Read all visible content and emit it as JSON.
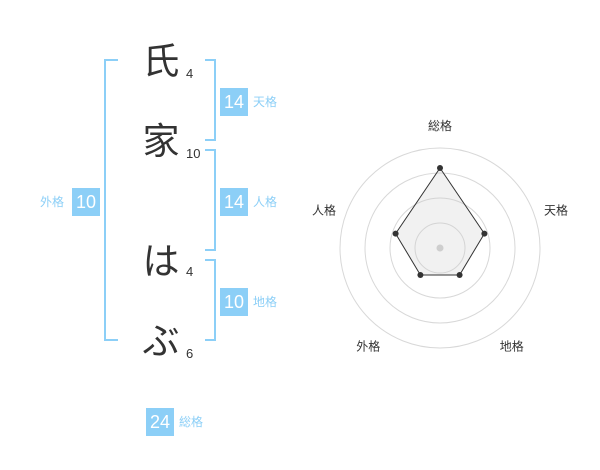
{
  "chars": [
    {
      "char": "氏",
      "strokes": "4"
    },
    {
      "char": "家",
      "strokes": "10"
    },
    {
      "char": "は",
      "strokes": "4"
    },
    {
      "char": "ぶ",
      "strokes": "6"
    }
  ],
  "fortunes": {
    "tenkaku": {
      "value": "14",
      "label": "天格"
    },
    "jinkaku": {
      "value": "14",
      "label": "人格"
    },
    "chikaku": {
      "value": "10",
      "label": "地格"
    },
    "gaikaku": {
      "value": "10",
      "label": "外格"
    },
    "soukaku": {
      "value": "24",
      "label": "総格"
    }
  },
  "colors": {
    "accent": "#8ccff7",
    "text": "#333333"
  },
  "chart_data": {
    "type": "radar",
    "axes": [
      "総格",
      "天格",
      "地格",
      "外格",
      "人格"
    ],
    "values": [
      24,
      14,
      10,
      10,
      14
    ],
    "rmax": 30,
    "rings": 4,
    "grid": true
  }
}
